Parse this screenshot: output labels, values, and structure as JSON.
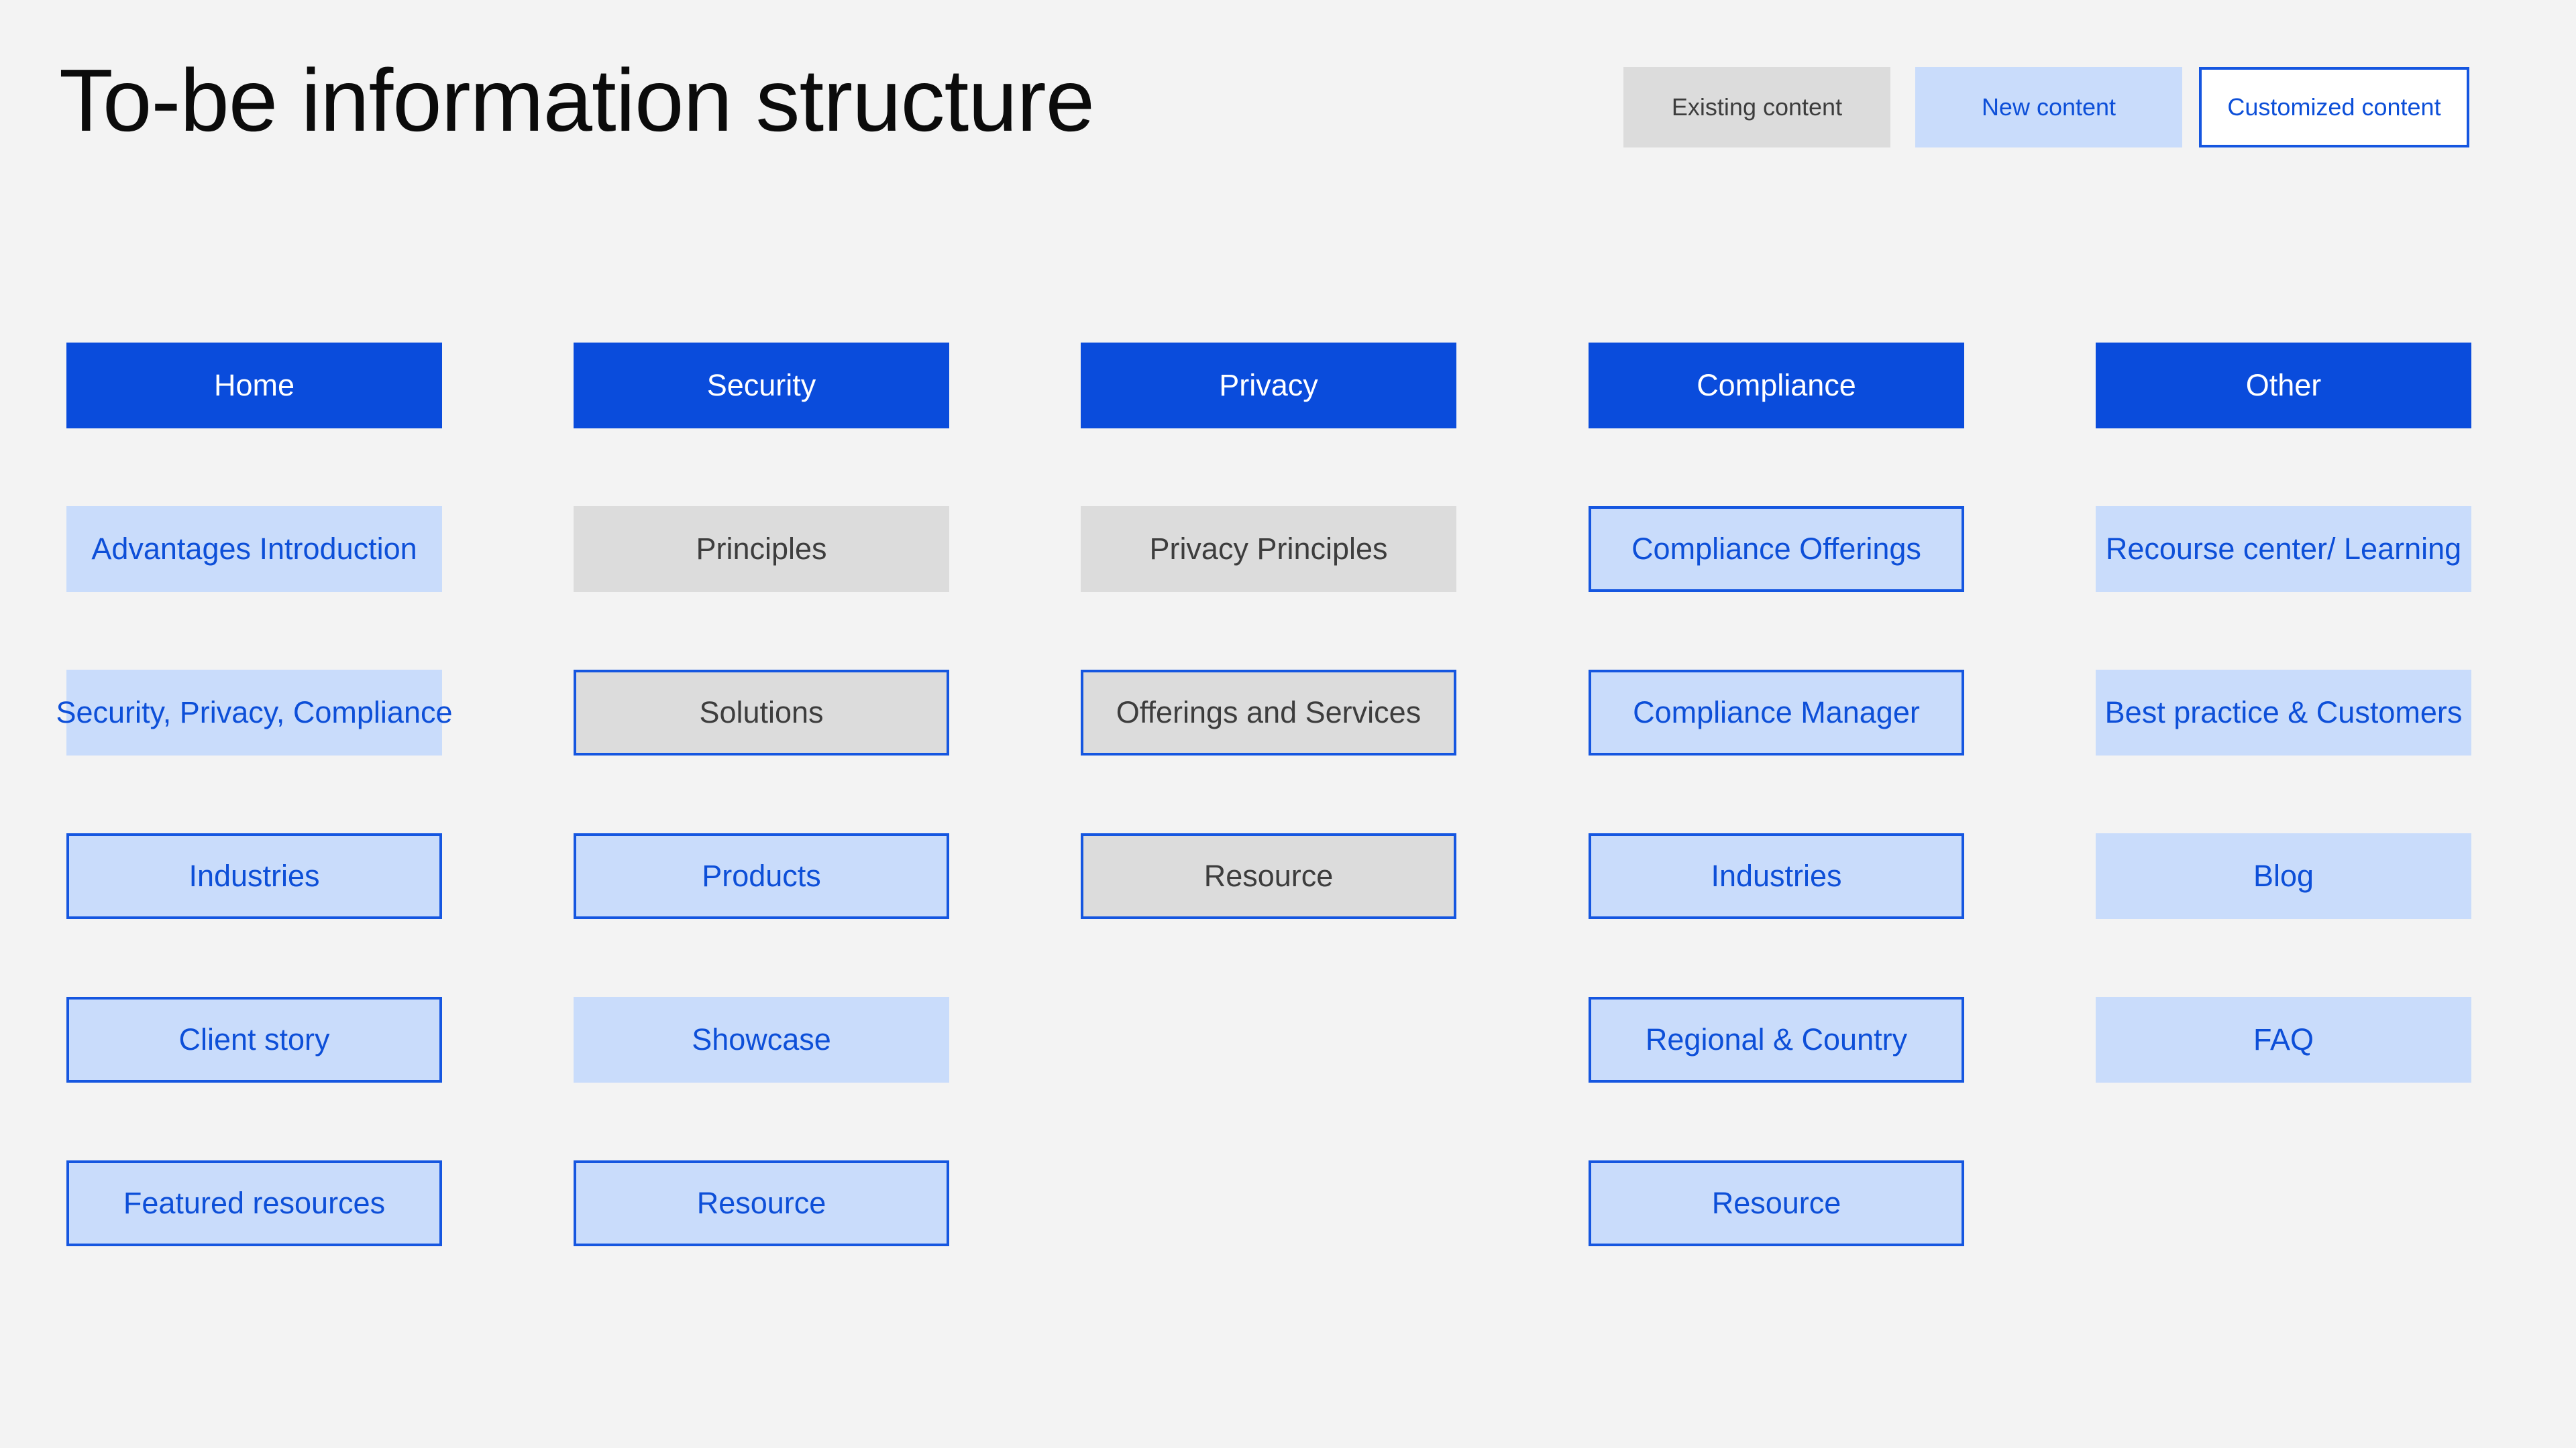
{
  "title": "To-be information structure",
  "legend": {
    "existing": "Existing content",
    "new": "New content",
    "customized": "Customized content"
  },
  "colors": {
    "background": "#f3f3f3",
    "header": "#0a4cdc",
    "existing": "#dcdcdc",
    "new": "#c9dcfb",
    "customized_border": "#1556e0",
    "new_text": "#0d4fd8"
  },
  "columns": [
    {
      "header": "Home",
      "items": [
        {
          "label": "Advantages Introduction",
          "type": "new",
          "customized": false
        },
        {
          "label": "Security, Privacy, Compliance",
          "type": "new",
          "customized": false
        },
        {
          "label": "Industries",
          "type": "new",
          "customized": true
        },
        {
          "label": "Client story",
          "type": "new",
          "customized": true
        },
        {
          "label": "Featured resources",
          "type": "new",
          "customized": true
        }
      ]
    },
    {
      "header": "Security",
      "items": [
        {
          "label": "Principles",
          "type": "existing",
          "customized": false
        },
        {
          "label": "Solutions",
          "type": "existing",
          "customized": true
        },
        {
          "label": "Products",
          "type": "new",
          "customized": true
        },
        {
          "label": "Showcase",
          "type": "new",
          "customized": false
        },
        {
          "label": "Resource",
          "type": "new",
          "customized": true
        }
      ]
    },
    {
      "header": "Privacy",
      "items": [
        {
          "label": "Privacy Principles",
          "type": "existing",
          "customized": false
        },
        {
          "label": "Offerings and Services",
          "type": "existing",
          "customized": true
        },
        {
          "label": "Resource",
          "type": "existing",
          "customized": true
        }
      ]
    },
    {
      "header": "Compliance",
      "items": [
        {
          "label": "Compliance Offerings",
          "type": "new",
          "customized": true
        },
        {
          "label": "Compliance Manager",
          "type": "new",
          "customized": true
        },
        {
          "label": "Industries",
          "type": "new",
          "customized": true
        },
        {
          "label": "Regional & Country",
          "type": "new",
          "customized": true
        },
        {
          "label": "Resource",
          "type": "new",
          "customized": true
        }
      ]
    },
    {
      "header": "Other",
      "items": [
        {
          "label": "Recourse center/ Learning",
          "type": "new",
          "customized": false
        },
        {
          "label": "Best practice & Customers",
          "type": "new",
          "customized": false
        },
        {
          "label": "Blog",
          "type": "new",
          "customized": false
        },
        {
          "label": "FAQ",
          "type": "new",
          "customized": false
        }
      ]
    }
  ]
}
